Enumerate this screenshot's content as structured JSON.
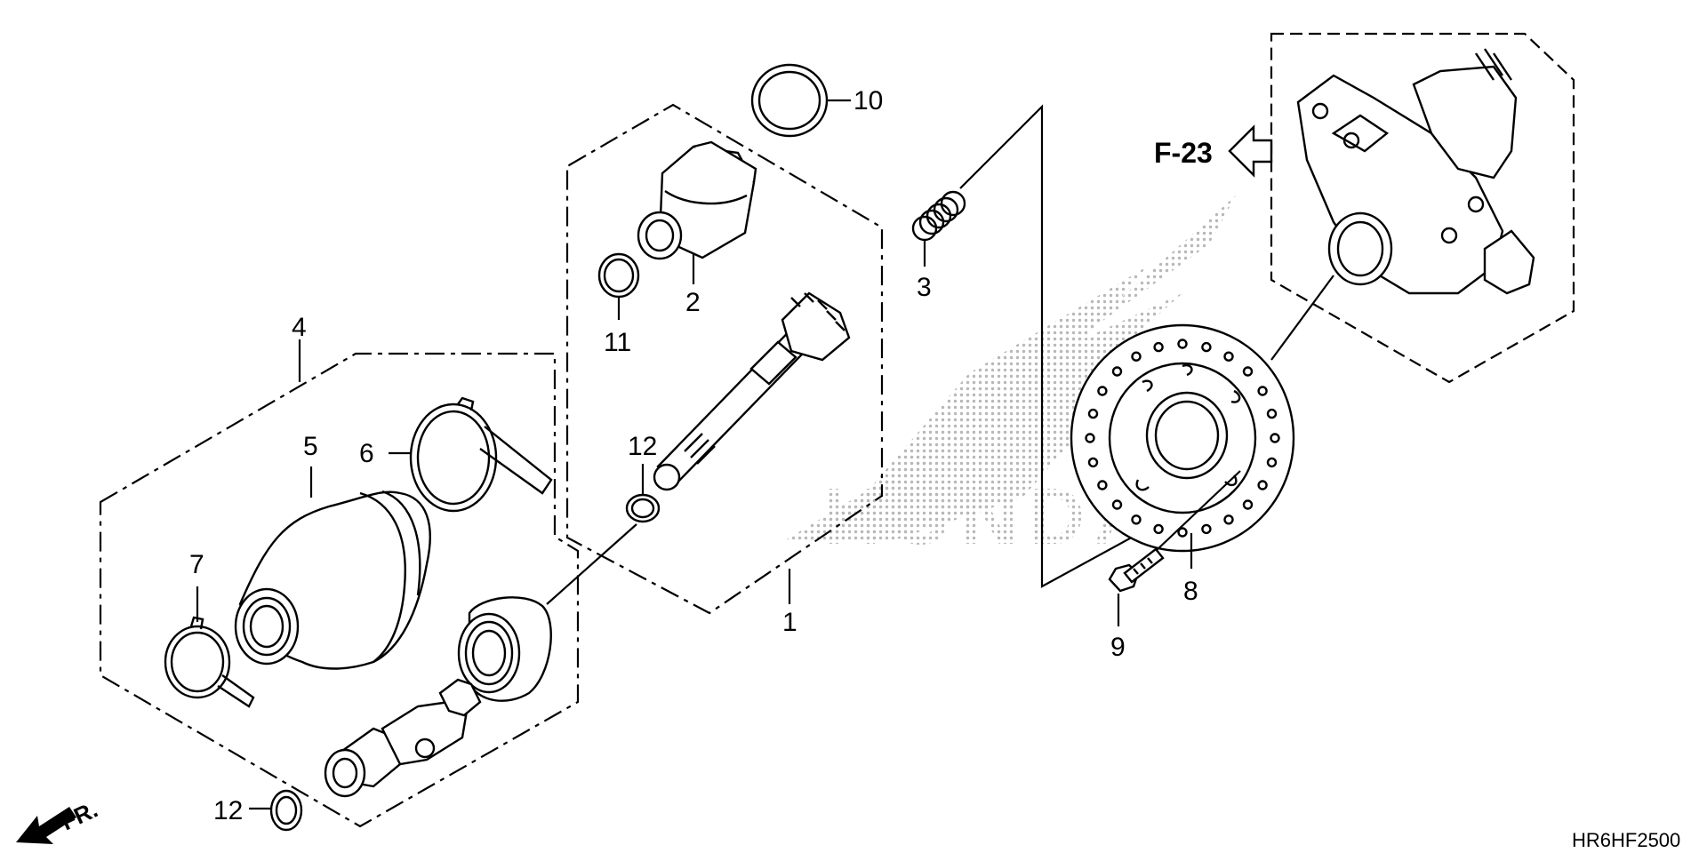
{
  "callouts": {
    "c1": "1",
    "c2": "2",
    "c3": "3",
    "c4": "4",
    "c5": "5",
    "c6": "6",
    "c7": "7",
    "c8": "8",
    "c9": "9",
    "c10": "10",
    "c11": "11",
    "c12a": "12",
    "c12b": "12"
  },
  "reference": {
    "label": "F-23"
  },
  "direction": {
    "label": "FR."
  },
  "diagram_code": "HR6HF2500",
  "watermark": {
    "brand": "HONDA",
    "color": "#c9c9c9"
  }
}
